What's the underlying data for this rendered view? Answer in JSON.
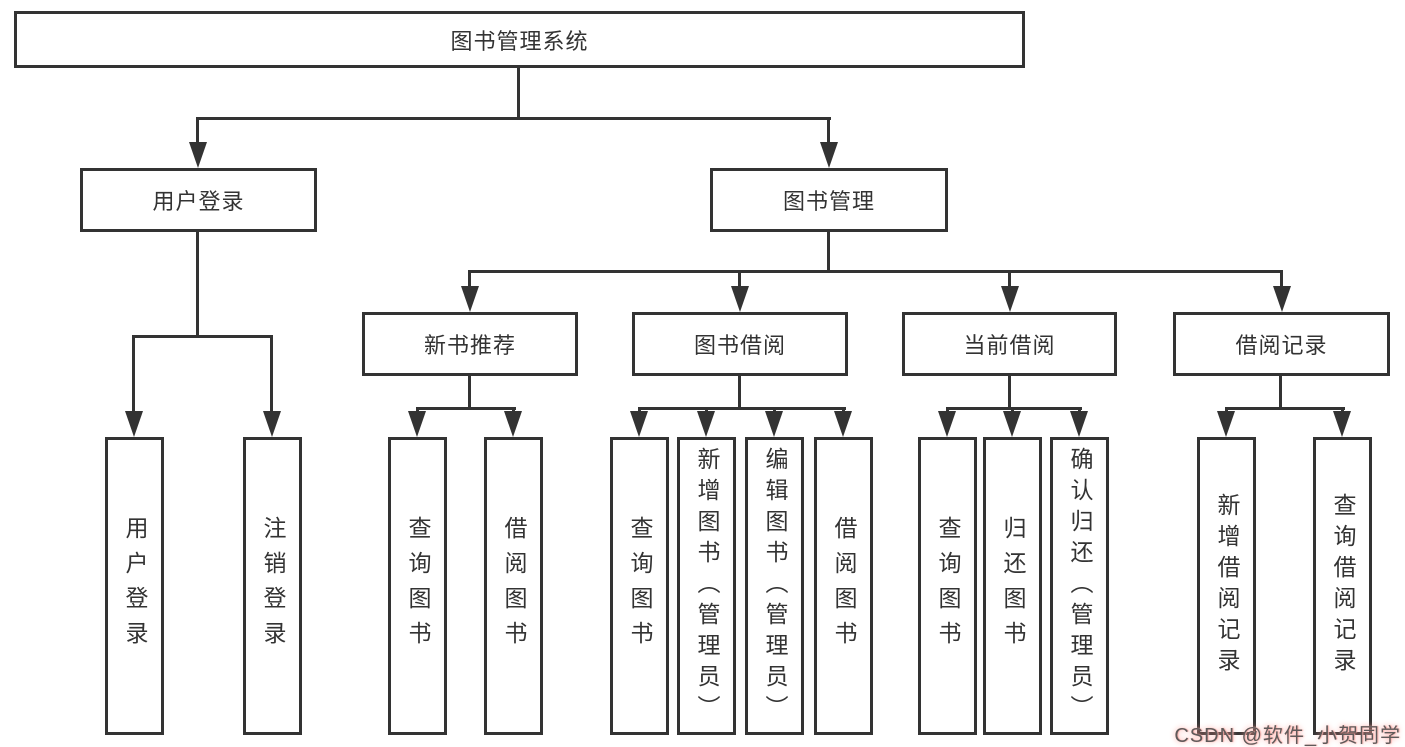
{
  "colors": {
    "line": "#333333",
    "box_border": "#333333",
    "text": "#333333",
    "background": "#ffffff",
    "watermark_text": "#5f5a5a",
    "watermark_glow": "#ff9b94"
  },
  "tree": {
    "root": {
      "label": "图书管理系统",
      "children": [
        {
          "label": "用户登录",
          "children": [
            {
              "label": "用户登录"
            },
            {
              "label": "注销登录"
            }
          ]
        },
        {
          "label": "图书管理",
          "children": [
            {
              "label": "新书推荐",
              "children": [
                {
                  "label": "查询图书"
                },
                {
                  "label": "借阅图书"
                }
              ]
            },
            {
              "label": "图书借阅",
              "children": [
                {
                  "label": "查询图书"
                },
                {
                  "label": "新增图书（管理员）"
                },
                {
                  "label": "编辑图书（管理员）"
                },
                {
                  "label": "借阅图书"
                }
              ]
            },
            {
              "label": "当前借阅",
              "children": [
                {
                  "label": "查询图书"
                },
                {
                  "label": "归还图书"
                },
                {
                  "label": "确认归还（管理员）"
                }
              ]
            },
            {
              "label": "借阅记录",
              "children": [
                {
                  "label": "新增借阅记录"
                },
                {
                  "label": "查询借阅记录"
                }
              ]
            }
          ]
        }
      ]
    }
  },
  "watermark": {
    "text": "CSDN @软件_小贺同学"
  }
}
